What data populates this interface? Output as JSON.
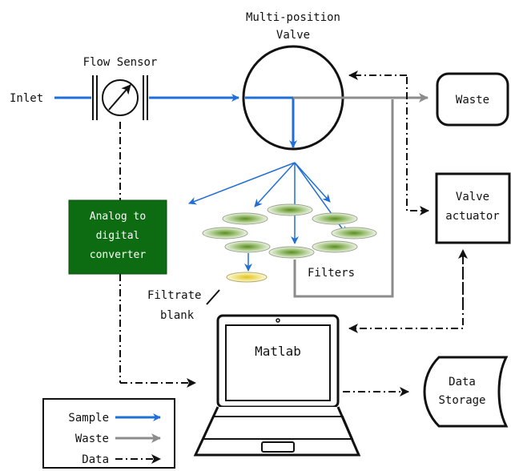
{
  "labels": {
    "valve_line1": "Multi-position",
    "valve_line2": "Valve",
    "flow_sensor": "Flow Sensor",
    "inlet": "Inlet",
    "waste_box": "Waste",
    "actuator_line1": "Valve",
    "actuator_line2": "actuator",
    "adc_line1": "Analog to",
    "adc_line2": "digital",
    "adc_line3": "converter",
    "filters": "Filters",
    "filtrate_line1": "Filtrate",
    "filtrate_line2": "blank",
    "matlab": "Matlab",
    "storage_line1": "Data",
    "storage_line2": "Storage"
  },
  "legend": {
    "sample": "Sample",
    "waste": "Waste",
    "data": "Data"
  },
  "colors": {
    "sample": "#1f6fd6",
    "waste": "#8c8c8c",
    "data": "#111111",
    "adc_fill": "#0d6b12",
    "filter_green": "#7fb04a",
    "filtrate_yellow": "#e5cf3a"
  }
}
